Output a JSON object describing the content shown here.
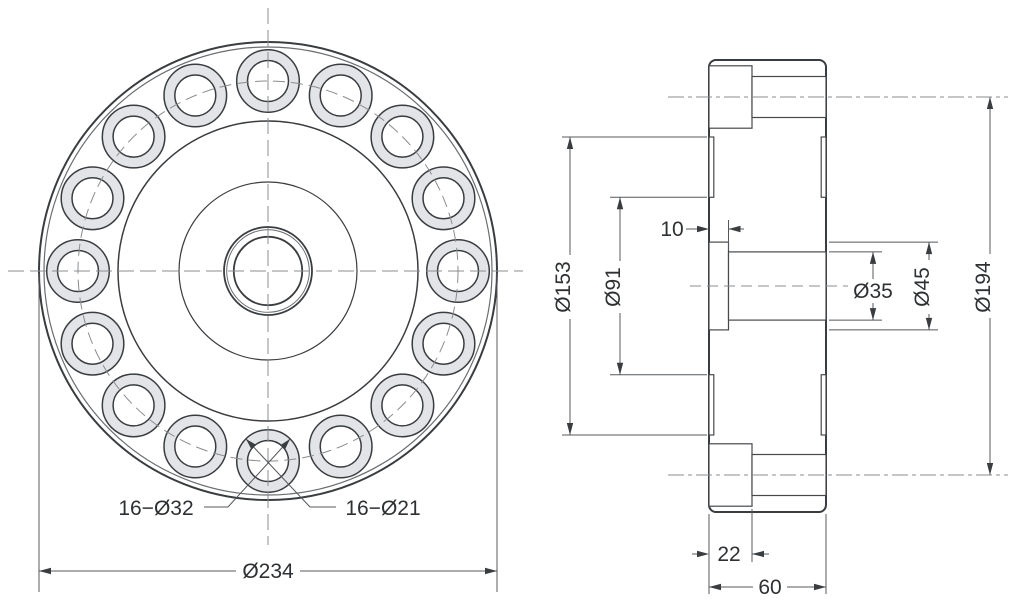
{
  "drawing": {
    "type": "engineering-drawing",
    "part": "flanged hub with 16 bolt holes, front view and full section side view",
    "front_view": {
      "labels": {
        "bolt_holes_counterbore": "16−Ø32",
        "bolt_holes_through": "16−Ø21",
        "outer_diameter": "Ø234"
      }
    },
    "side_view": {
      "labels": {
        "boss_diameter": "Ø153",
        "boss_inner_diameter": "Ø91",
        "recess_depth": "10",
        "bore_diameter": "Ø35",
        "bore_recess_diameter": "Ø45",
        "bolt_circle_diameter": "Ø194",
        "flange_thickness": "22",
        "overall_width": "60"
      }
    },
    "colors": {
      "background": "#ffffff",
      "outline": "#3a3d40",
      "dimension_line": "#55585c",
      "centerline": "#8a8d90",
      "text": "#2e3133",
      "hatch_fill": "#d2d3d6",
      "hatch_line": "#b2b3b7",
      "face_light": "#f2f2f4",
      "face_dark": "#d8d9dc"
    }
  }
}
